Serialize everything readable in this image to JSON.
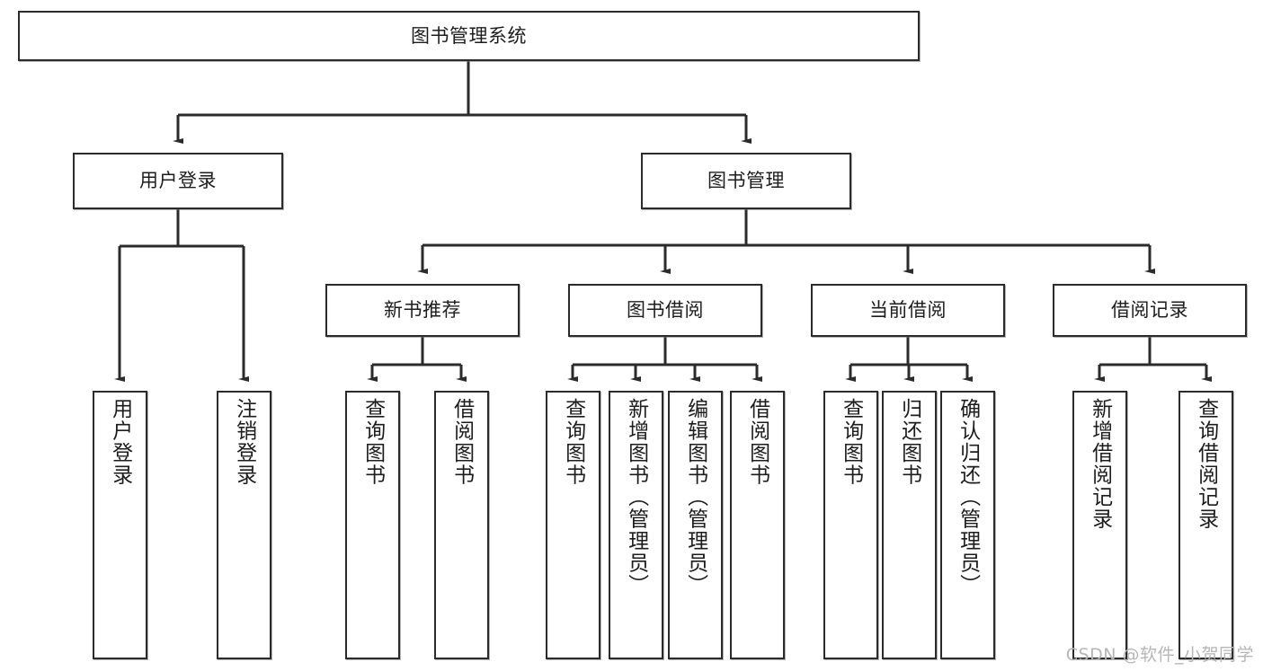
{
  "diagram": {
    "type": "tree-hierarchy",
    "title": "图书管理系统",
    "watermark": "CSDN @软件_小贺同学",
    "colors": {
      "stroke": "#2b2b2b",
      "fill": "#ffffff",
      "text": "#1d1d1d",
      "watermark": "#b6b6b6"
    },
    "nodes": {
      "root": {
        "label": "图书管理系统"
      },
      "level2": [
        {
          "id": "user-login",
          "label": "用户登录"
        },
        {
          "id": "book-manage",
          "label": "图书管理"
        }
      ],
      "level3": [
        {
          "id": "new-book-rec",
          "label": "新书推荐"
        },
        {
          "id": "book-borrow",
          "label": "图书借阅"
        },
        {
          "id": "current-borrow",
          "label": "当前借阅"
        },
        {
          "id": "borrow-record",
          "label": "借阅记录"
        }
      ],
      "leaves": {
        "user_login": [
          {
            "id": "leaf-user-login",
            "label": "用户登录"
          },
          {
            "id": "leaf-logout-login",
            "label": "注销登录"
          }
        ],
        "new_book_rec": [
          {
            "id": "leaf-query-book-1",
            "label": "查询图书"
          },
          {
            "id": "leaf-borrow-book-1",
            "label": "借阅图书"
          }
        ],
        "book_borrow": [
          {
            "id": "leaf-query-book-2",
            "label": "查询图书"
          },
          {
            "id": "leaf-add-book",
            "label": "新增图书（管理员）"
          },
          {
            "id": "leaf-edit-book",
            "label": "编辑图书（管理员）"
          },
          {
            "id": "leaf-borrow-book-2",
            "label": "借阅图书"
          }
        ],
        "current_borrow": [
          {
            "id": "leaf-query-book-3",
            "label": "查询图书"
          },
          {
            "id": "leaf-return-book",
            "label": "归还图书"
          },
          {
            "id": "leaf-confirm-return",
            "label": "确认归还（管理员）"
          }
        ],
        "borrow_record": [
          {
            "id": "leaf-add-record",
            "label": "新增借阅记录"
          },
          {
            "id": "leaf-query-record",
            "label": "查询借阅记录"
          }
        ]
      }
    },
    "edges": [
      {
        "from": "图书管理系统",
        "to": "用户登录"
      },
      {
        "from": "图书管理系统",
        "to": "图书管理"
      },
      {
        "from": "用户登录",
        "to": "用户登录"
      },
      {
        "from": "用户登录",
        "to": "注销登录"
      },
      {
        "from": "图书管理",
        "to": "新书推荐"
      },
      {
        "from": "图书管理",
        "to": "图书借阅"
      },
      {
        "from": "图书管理",
        "to": "当前借阅"
      },
      {
        "from": "图书管理",
        "to": "借阅记录"
      },
      {
        "from": "新书推荐",
        "to": "查询图书"
      },
      {
        "from": "新书推荐",
        "to": "借阅图书"
      },
      {
        "from": "图书借阅",
        "to": "查询图书"
      },
      {
        "from": "图书借阅",
        "to": "新增图书（管理员）"
      },
      {
        "from": "图书借阅",
        "to": "编辑图书（管理员）"
      },
      {
        "from": "图书借阅",
        "to": "借阅图书"
      },
      {
        "from": "当前借阅",
        "to": "查询图书"
      },
      {
        "from": "当前借阅",
        "to": "归还图书"
      },
      {
        "from": "当前借阅",
        "to": "确认归还（管理员）"
      },
      {
        "from": "借阅记录",
        "to": "新增借阅记录"
      },
      {
        "from": "借阅记录",
        "to": "查询借阅记录"
      }
    ]
  }
}
